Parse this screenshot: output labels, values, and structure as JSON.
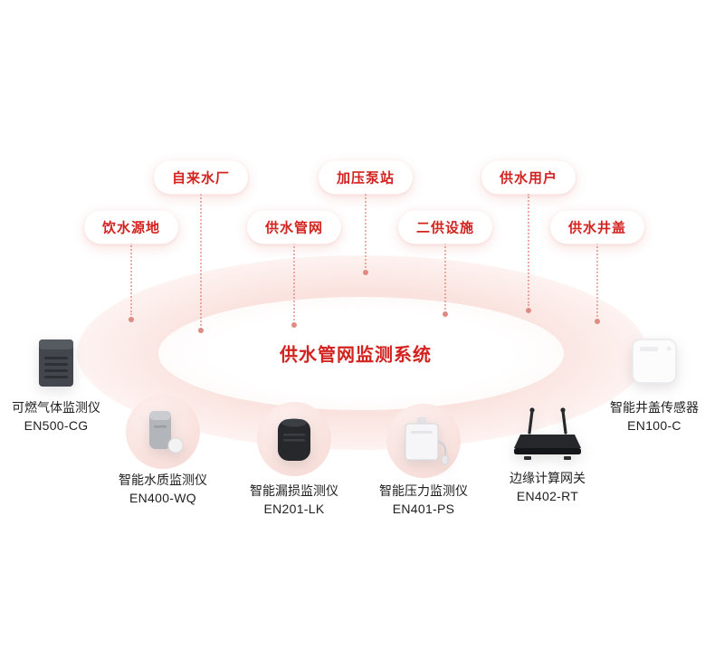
{
  "title": "供水管网监测系统",
  "nodes": [
    {
      "label": "饮水源地"
    },
    {
      "label": "自来水厂"
    },
    {
      "label": "供水管网"
    },
    {
      "label": "加压泵站"
    },
    {
      "label": "二供设施"
    },
    {
      "label": "供水用户"
    },
    {
      "label": "供水井盖"
    }
  ],
  "devices": [
    {
      "name": "可燃气体监测仪",
      "model": "EN500-CG",
      "icon": "gas-detector-icon"
    },
    {
      "name": "智能水质监测仪",
      "model": "EN400-WQ",
      "icon": "water-quality-sensor-icon"
    },
    {
      "name": "智能漏损监测仪",
      "model": "EN201-LK",
      "icon": "leak-detector-icon"
    },
    {
      "name": "智能压力监测仪",
      "model": "EN401-PS",
      "icon": "pressure-sensor-icon"
    },
    {
      "name": "边缘计算网关",
      "model": "EN402-RT",
      "icon": "edge-gateway-icon"
    },
    {
      "name": "智能井盖传感器",
      "model": "EN100-C",
      "icon": "manhole-sensor-icon"
    }
  ],
  "colors": {
    "accent": "#d2231f",
    "halo_pink": "#f6d3cd",
    "circle_pink": "#f9e1dd"
  }
}
